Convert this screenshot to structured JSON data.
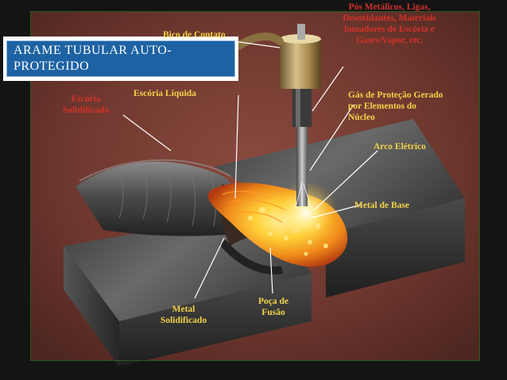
{
  "title": "ARAME TUBULAR AUTO-PROTEGIDO",
  "labels": {
    "bico": "Bico de Contato",
    "pos1": "Pós Metálicos, Ligas,",
    "pos2": "Desoxidantes, Materiais",
    "pos3": "fomadores de Escória e",
    "pos4": "Gases/Vapor, etc.",
    "escoria_liq": "Escória Líquida",
    "escoria_sol1": "Escória",
    "escoria_sol2": "Solidificada",
    "gas1": "Gás de Proteção Gerado",
    "gas2": "por Elementos do",
    "gas3": "Núcleo",
    "arco": "Arco Elétrico",
    "metal_base": "Metal de Base",
    "poca1": "Poça de",
    "poca2": "Fusão",
    "metal_sol1": "Metal",
    "metal_sol2": "Solidificado"
  },
  "colors": {
    "label_yellow": "#f2d24a",
    "label_red": "#d2332a",
    "title_bg": "#1d62a3",
    "backdrop": "#7a3d33"
  }
}
